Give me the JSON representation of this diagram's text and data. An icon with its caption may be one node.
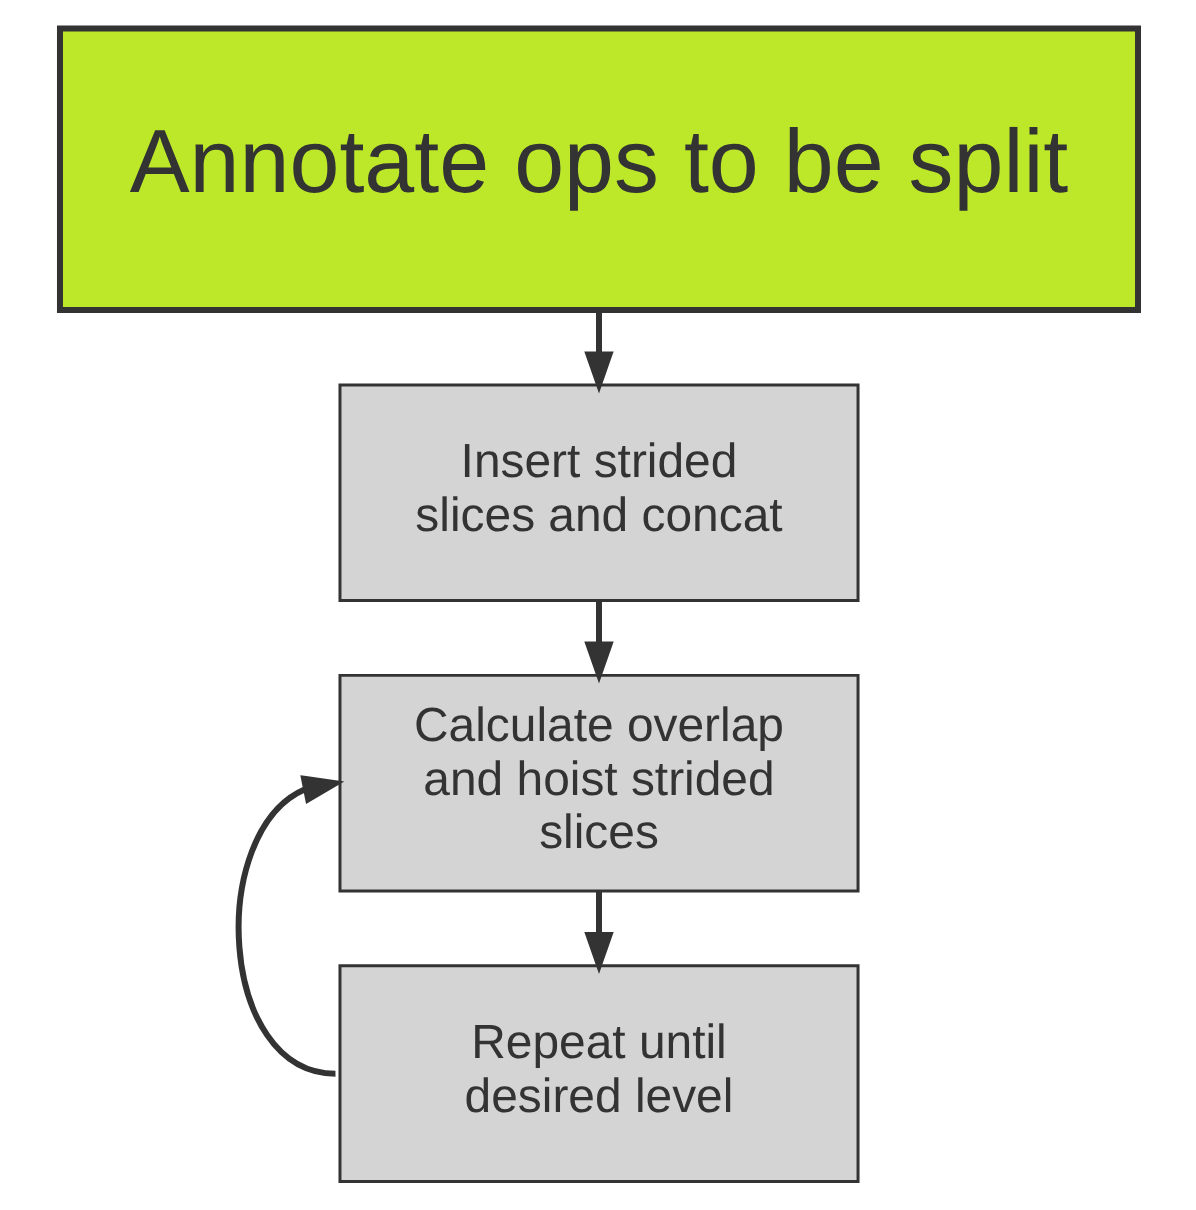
{
  "diagram": {
    "nodes": [
      {
        "text": [
          "Annotate ops to be split"
        ]
      },
      {
        "text": [
          "Insert strided slices and concat"
        ]
      },
      {
        "text": [
          "Calculate overlap and hoist strided slices"
        ]
      },
      {
        "text": [
          "Repeat until desired level"
        ]
      }
    ],
    "edges": [
      {
        "from": 0,
        "to": 1,
        "arrow": "to"
      },
      {
        "from": 1,
        "to": 2,
        "arrow": "to"
      },
      {
        "from": 2,
        "to": 3,
        "arrow": "to"
      },
      {
        "from": 3,
        "to": 2,
        "arrow": "to"
      }
    ]
  }
}
